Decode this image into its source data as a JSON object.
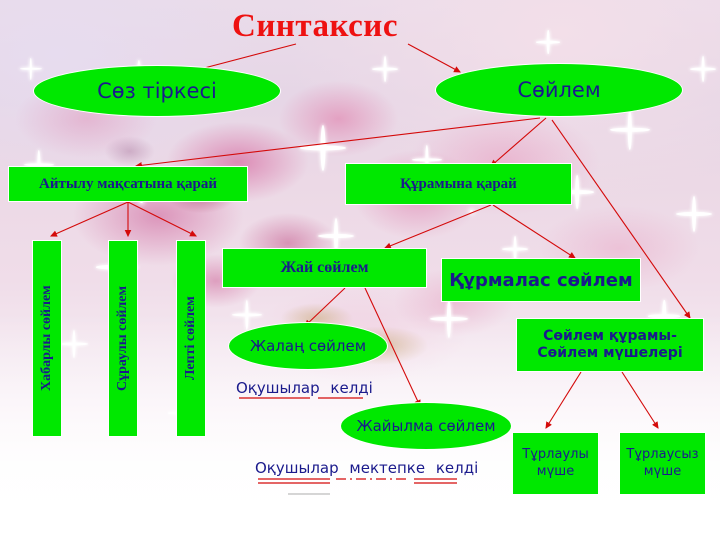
{
  "title": {
    "text": "Синтаксис",
    "color": "#ee1111"
  },
  "palette": {
    "node_fill": "#00e800",
    "node_text": "#1a1a8c",
    "arrow": "#d40a0a",
    "background": "#ead9e8"
  },
  "nodes": {
    "soz_tirkesi": "Сөз тіркесі",
    "soilem": "Сөйлем",
    "aitylu": "Айтылу мақсатына қарай",
    "quramyna": "Құрамына қарай",
    "habarly": "Хабарлы сөйлем",
    "surauly": "Сұраулы сөйлем",
    "lepti": "Лепті сөйлем",
    "jai_soilem": "Жай сөйлем",
    "qurmalas": "Құрмалас сөйлем",
    "jalan": "Жалаң сөйлем",
    "jaiylma": "Жайылма сөйлем",
    "soilem_quramy_line1": "Сөйлем құрамы-",
    "soilem_quramy_line2": "Сөйлем мүшелері",
    "turlauly_line1": "Тұрлаулы",
    "turlauly_line2": "мүше",
    "turlausyz_line1": "Тұрлаусыз",
    "turlausyz_line2": "мүше"
  },
  "examples": {
    "jalan_example_w1": "Оқушылар",
    "jalan_example_w2": "келді",
    "jaiylma_example_w1": "Оқушылар",
    "jaiylma_example_w2": "мектепке",
    "jaiylma_example_w3": "келді"
  }
}
